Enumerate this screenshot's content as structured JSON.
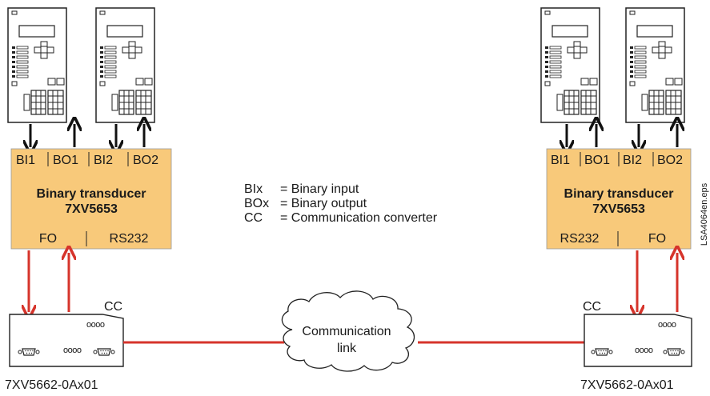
{
  "colors": {
    "transducer_fill": "#f8c97a",
    "link_line": "#d6342b",
    "arrow_black": "#111111",
    "device_fill": "#ffffff"
  },
  "left_group": {
    "transducer": {
      "ports_top": [
        "BI1",
        "BO1",
        "BI2",
        "BO2"
      ],
      "title_line1": "Binary transducer",
      "title_line2": "7XV5653",
      "port_left": "FO",
      "port_right": "RS232"
    },
    "converter": {
      "cc_label": "CC",
      "model": "7XV5662-0Ax01",
      "leds": "oooo"
    }
  },
  "right_group": {
    "transducer": {
      "ports_top": [
        "BI1",
        "BO1",
        "BI2",
        "BO2"
      ],
      "title_line1": "Binary transducer",
      "title_line2": "7XV5653",
      "port_left": "RS232",
      "port_right": "FO"
    },
    "converter": {
      "cc_label": "CC",
      "model": "7XV5662-0Ax01",
      "leds": "oooo"
    }
  },
  "legend": [
    {
      "abbr": "BIx",
      "def": "= Binary input"
    },
    {
      "abbr": "BOx",
      "def": "= Binary output"
    },
    {
      "abbr": "CC",
      "def": "= Communication converter"
    }
  ],
  "cloud": {
    "line1": "Communication",
    "line2": "link"
  },
  "file_tag": "LSA4064en.eps"
}
